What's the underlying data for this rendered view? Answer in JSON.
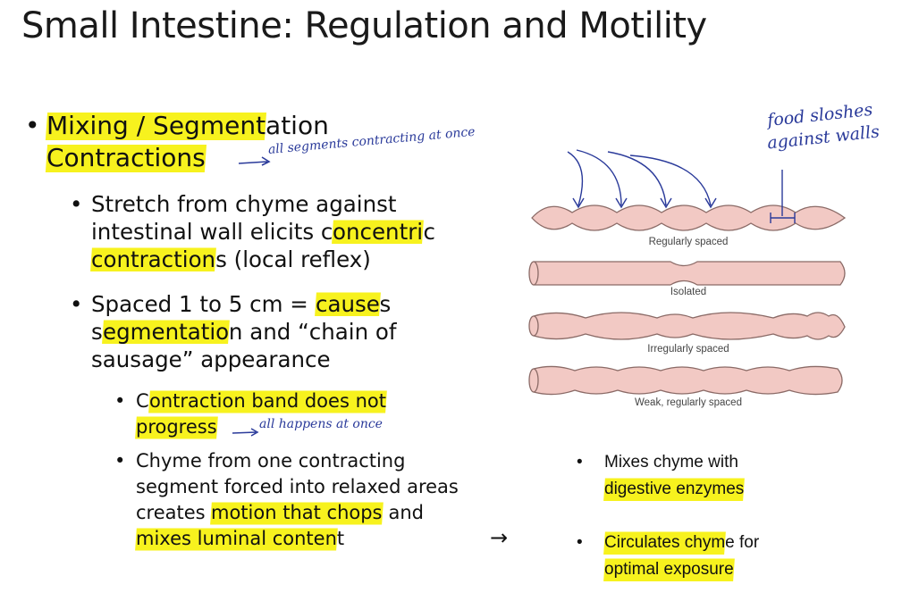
{
  "title": "Small Intestine: Regulation and Motility",
  "main_bullet": {
    "line1_hl": "Mixing / Segment",
    "line1_rest": "ation",
    "line2_hl": "Contractions"
  },
  "sub1": {
    "l1": "Stretch from chyme against",
    "l2_pre": "intestinal wall elicits c",
    "l2_hl": "oncentri",
    "l2_post": "c",
    "l3_hl": "contraction",
    "l3_post": "s (local reflex)"
  },
  "sub2": {
    "l1_pre": "Spaced 1 to 5 cm = ",
    "l1_hl": "cause",
    "l1_post": "s",
    "l2_pre": "s",
    "l2_hl": "egmentatio",
    "l2_post": "n and “chain of",
    "l3": "sausage” appearance"
  },
  "sub3a": {
    "l1_pre": "C",
    "l1_hl": "ontraction band does not",
    "l2_hl": "progress"
  },
  "sub3b": {
    "l1": "Chyme from one contracting",
    "l2": "segment forced into relaxed areas",
    "l3_pre": "creates ",
    "l3_hl": "motion that chops",
    "l3_post": " and",
    "l4_hl": "mixes luminal conten",
    "l4_post": "t"
  },
  "arrow_glyph": "→",
  "right_bullets": [
    {
      "l1": "Mixes chyme with",
      "l2_hl": "digestive enzymes"
    },
    {
      "l1_hl": "Circulates chym",
      "l1_post": "e for",
      "l2_hl": "optimal exposure"
    }
  ],
  "bullet_glyph": "•",
  "diagram": {
    "captions": [
      "Regularly spaced",
      "Isolated",
      "Irregularly spaced",
      "Weak, regularly spaced"
    ]
  },
  "annotations": {
    "contractions_note": "all segments contracting at once",
    "progress_note": "all happens at once",
    "food_note_l1": "food sloshes",
    "food_note_l2": "against walls"
  },
  "colors": {
    "highlight": "#f7f21e",
    "tube_fill": "#f2c9c4",
    "tube_stroke": "#8a6a66",
    "ink": "#2a3a9a"
  }
}
